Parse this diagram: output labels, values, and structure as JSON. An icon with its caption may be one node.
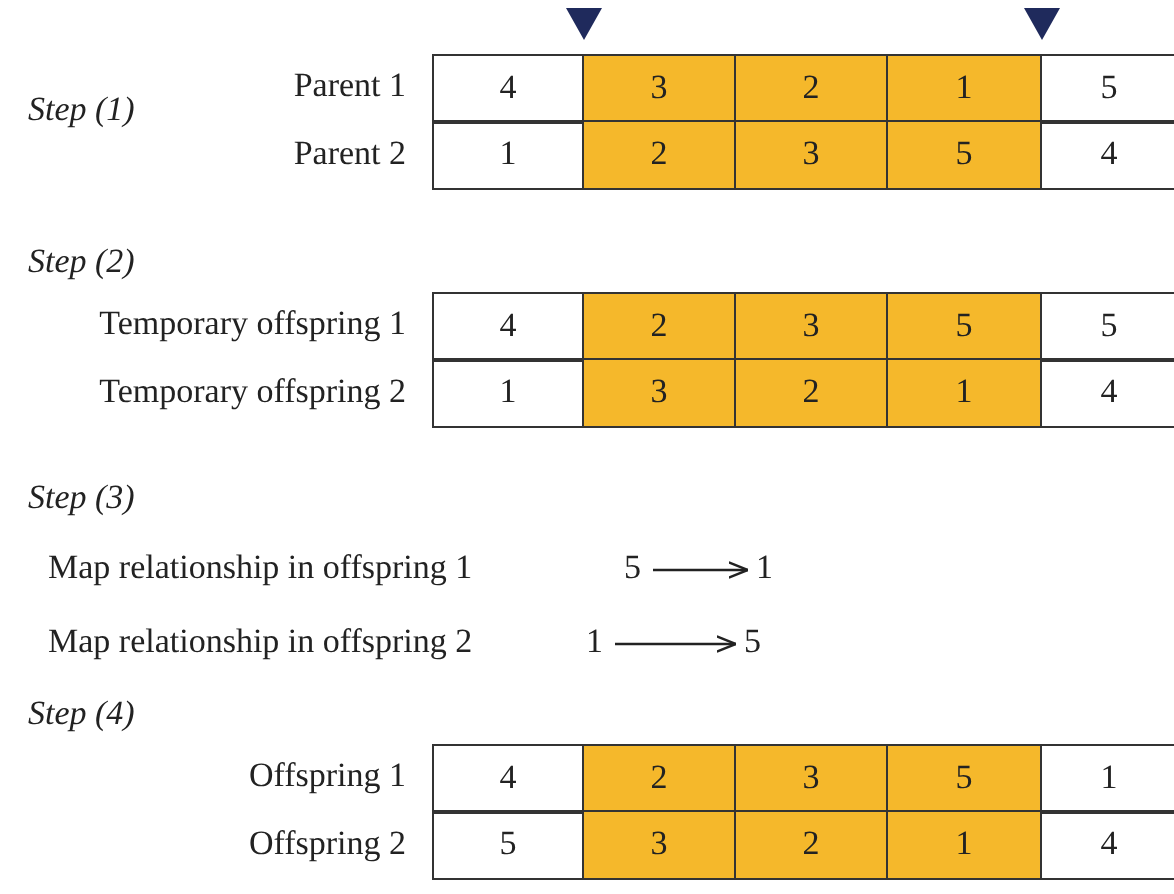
{
  "diagram": {
    "nodes": [
      {
        "text": [
          "5"
        ]
      },
      {
        "text": [
          "1"
        ]
      },
      {
        "text": [
          "1"
        ]
      },
      {
        "text": [
          "5"
        ]
      }
    ],
    "edges": [
      {
        "from": 0,
        "to": 1,
        "arrow": "to"
      },
      {
        "from": 2,
        "to": 3,
        "arrow": "to"
      }
    ],
    "labels": [
      "Step (1)",
      "Parent 1",
      "4",
      "3",
      "2",
      "1",
      "5",
      "Parent 2",
      "1",
      "2",
      "3",
      "5",
      "4",
      "Step (2)",
      "Temporary offspring 1",
      "4",
      "2",
      "3",
      "5",
      "5",
      "Temporary offspring 2",
      "1",
      "3",
      "2",
      "1",
      "4",
      "Step (3)",
      "Map relationship in offspring 1",
      "Map relationship in offspring 2",
      "Step (4)",
      "Offspring 1",
      "4",
      "2",
      "3",
      "5",
      "1",
      "Offspring 2",
      "5",
      "3",
      "2",
      "1",
      "4"
    ]
  }
}
